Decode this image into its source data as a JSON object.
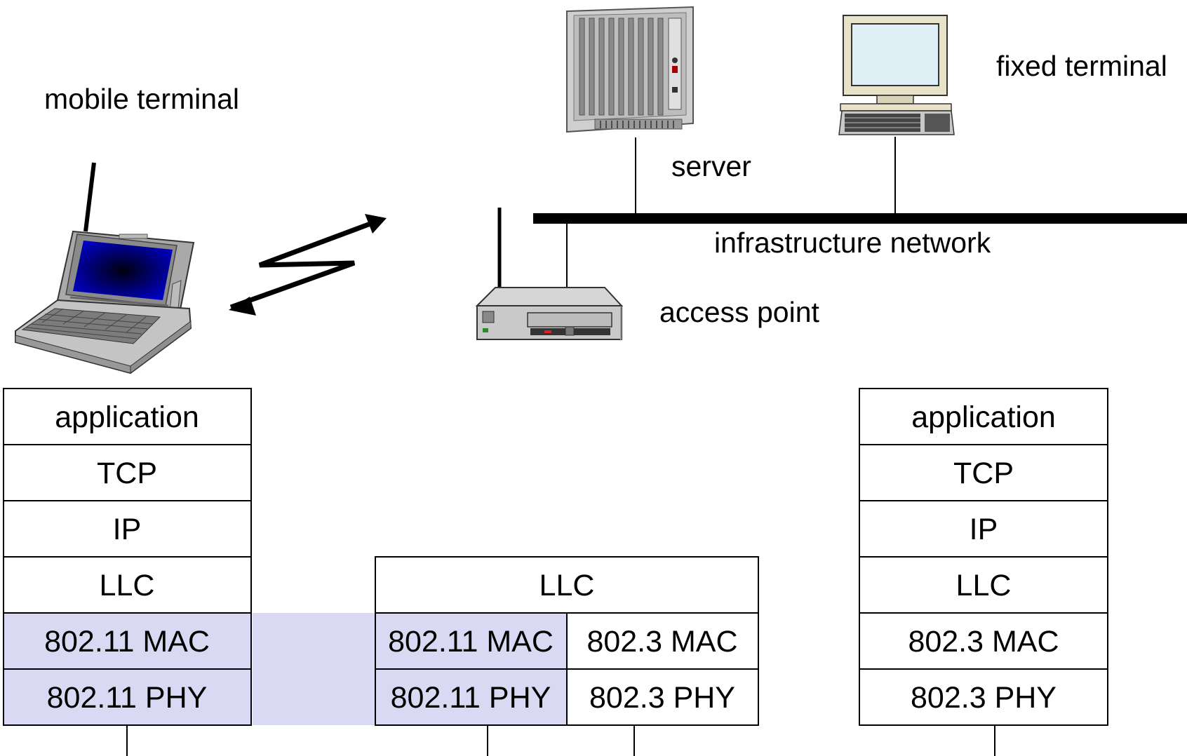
{
  "labels": {
    "mobile_terminal": "mobile terminal",
    "server": "server",
    "fixed_terminal": "fixed terminal",
    "infrastructure_network": "infrastructure network",
    "access_point": "access point"
  },
  "stacks": {
    "mobile": [
      "application",
      "TCP",
      "IP",
      "LLC",
      "802.11 MAC",
      "802.11 PHY"
    ],
    "access_point": {
      "llc": "LLC",
      "wireless": [
        "802.11 MAC",
        "802.11 PHY"
      ],
      "wired": [
        "802.3 MAC",
        "802.3 PHY"
      ]
    },
    "fixed": [
      "application",
      "TCP",
      "IP",
      "LLC",
      "802.3 MAC",
      "802.3 PHY"
    ]
  },
  "colors": {
    "wireless_highlight": "#d9d9f3",
    "line": "#000000",
    "screen_blue": "#0000c8",
    "monitor_screen": "#e0eef5"
  },
  "icons": [
    "laptop-icon",
    "antenna-icon",
    "wireless-link-icon",
    "server-rack-icon",
    "desktop-computer-icon",
    "access-point-icon",
    "network-bus"
  ]
}
